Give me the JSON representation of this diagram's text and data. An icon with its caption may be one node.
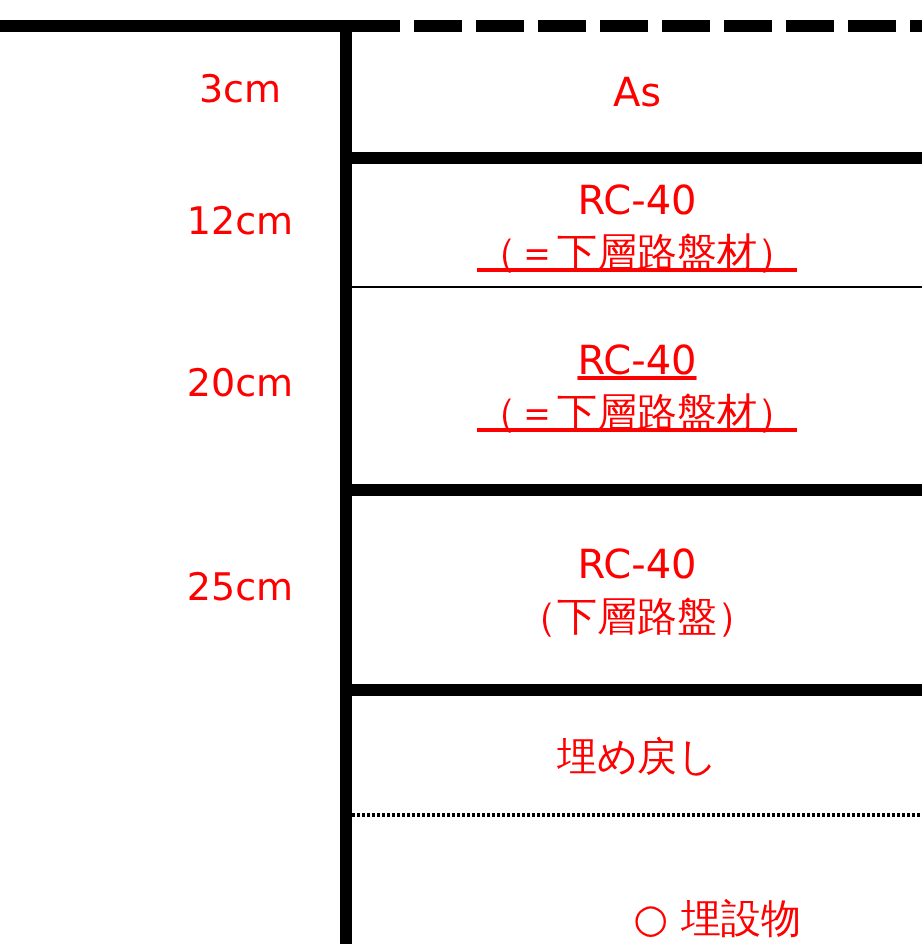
{
  "diagram": {
    "nodes": [
      {
        "text": [
          "As"
        ]
      },
      {
        "text": [
          "RC-40",
          "（＝下層路盤材）"
        ]
      },
      {
        "text": [
          "RC-40",
          "（＝下層路盤材）"
        ]
      },
      {
        "text": [
          "RC-40",
          "（下層路盤）"
        ]
      },
      {
        "text": [
          "埋め戻し"
        ]
      },
      {
        "text": [
          "○ 埋設物"
        ]
      }
    ],
    "edges": [],
    "labels": [
      "3cm",
      "12cm",
      "20cm",
      "25cm"
    ]
  }
}
